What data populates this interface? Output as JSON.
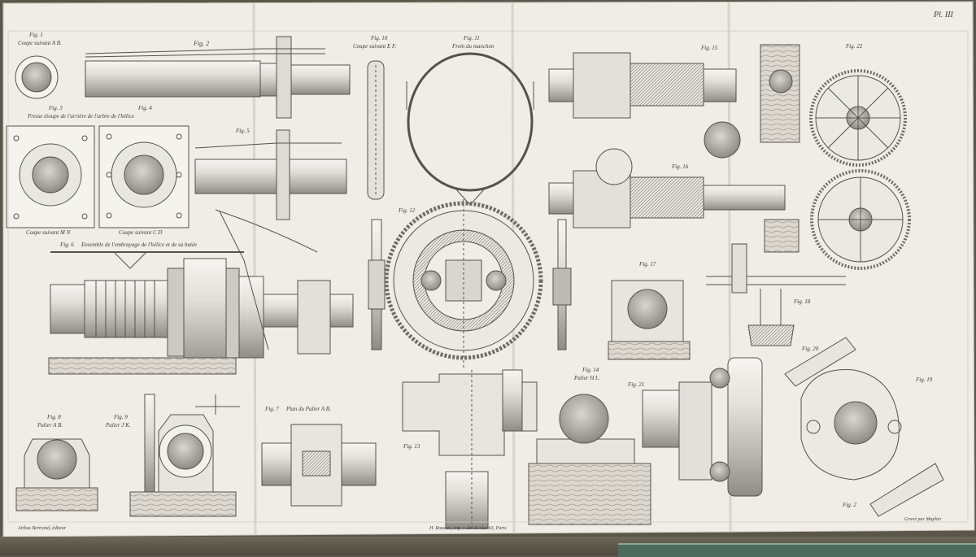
{
  "plate": {
    "plate_number": "Pl. III",
    "publisher_credit": "Arthus Bertrand, éditeur",
    "printer_credit": "H. Roussel, imp. r. des Ecoles 63, Paris",
    "engraver_credit": "Gravé par Maplier"
  },
  "figures": {
    "fig1": {
      "num": "Fig. 1",
      "caption": "Coupe suivant A B."
    },
    "fig2": {
      "num": "Fig. 2"
    },
    "fig3_4": {
      "num3": "Fig. 3",
      "num4": "Fig. 4",
      "caption": "Presse étoupe de l'arrière de l'arbre de l'hélice"
    },
    "fig3_sub": {
      "caption": "Coupe suivant M N"
    },
    "fig4_sub": {
      "caption": "Coupe suivant C D"
    },
    "fig5": {
      "num": "Fig. 5"
    },
    "fig6": {
      "num": "Fig. 6",
      "caption": "Ensemble de l'embrayage de l'hélice et de sa butée"
    },
    "fig7": {
      "num": "Fig. 7",
      "caption": "Plan du Palier A B."
    },
    "fig8": {
      "num": "Fig. 8",
      "caption": "Palier A B."
    },
    "fig9": {
      "num": "Fig. 9",
      "caption": "Palier J K."
    },
    "fig10": {
      "num": "Fig. 10",
      "caption": "Coupe suivant E F."
    },
    "fig11": {
      "num": "Fig. 11",
      "caption": "Frein du manchon"
    },
    "fig12": {
      "num": "Fig. 12"
    },
    "fig13": {
      "num": "Fig. 13"
    },
    "fig14": {
      "num": "Fig. 14",
      "caption": "Palier H L."
    },
    "fig15": {
      "num": "Fig. 15"
    },
    "fig16": {
      "num": "Fig. 16"
    },
    "fig17": {
      "num": "Fig. 17"
    },
    "fig18": {
      "num": "Fig. 18"
    },
    "fig19": {
      "num": "Fig. 19"
    },
    "fig20": {
      "num": "Fig. 20"
    },
    "fig21": {
      "num": "Fig. 21"
    },
    "fig22": {
      "num": "Fig. 22"
    },
    "fig_b": {
      "num": "Fig. 2"
    }
  },
  "colors": {
    "paper": "#efede6",
    "ink": "#55524c",
    "shade": "#b9b6ae",
    "backdrop": "#5b564a"
  }
}
